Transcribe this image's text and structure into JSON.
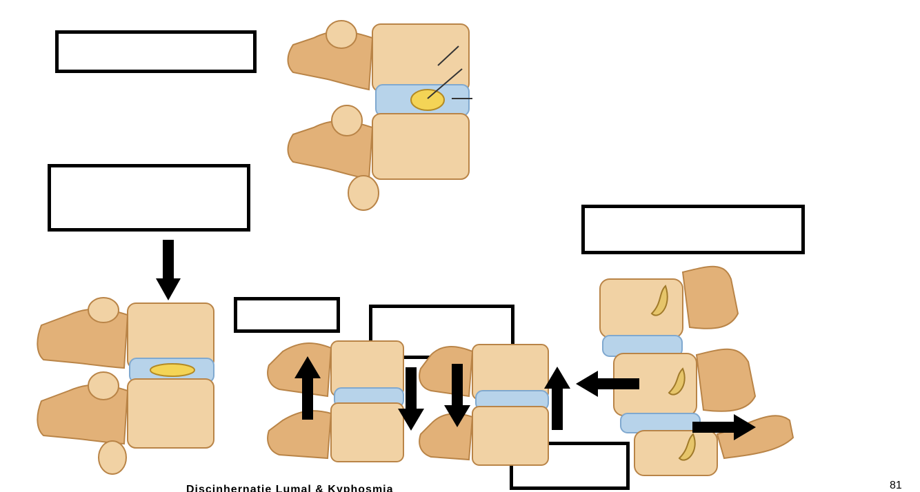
{
  "page": {
    "page_number": "81",
    "footer_caption_partial": "Discinhernatie Lumal & Kyphosmia",
    "top_title_partial": "BRONS"
  },
  "colors": {
    "bone_light": "#f1d2a4",
    "bone_mid": "#e2b178",
    "bone_dark": "#b98447",
    "disc_blue": "#b7d3ea",
    "disc_blue_dark": "#7fa8cf",
    "nucleus_yellow": "#f4d456",
    "arrow_black": "#000000",
    "box_border": "#000000"
  },
  "labels": {
    "box_1": "",
    "box_2": "",
    "box_3": "",
    "box_4": "",
    "box_5": "",
    "box_6": ""
  }
}
